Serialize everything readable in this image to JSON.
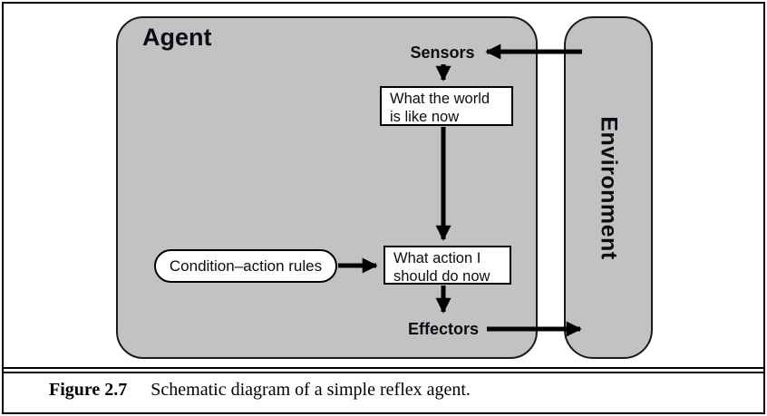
{
  "diagram": {
    "agent_label": "Agent",
    "environment_label": "Environment",
    "sensors_label": "Sensors",
    "effectors_label": "Effectors",
    "perception_box_text": "What the world\nis like now",
    "action_box_text": "What action I\nshould do now",
    "rules_oval_text": "Condition–action rules"
  },
  "caption": {
    "label": "Figure 2.7",
    "text": "Schematic diagram of a simple reflex agent."
  },
  "colors": {
    "panel_fill": "#c2c2c2",
    "node_fill": "#ffffff",
    "line": "#000000"
  }
}
